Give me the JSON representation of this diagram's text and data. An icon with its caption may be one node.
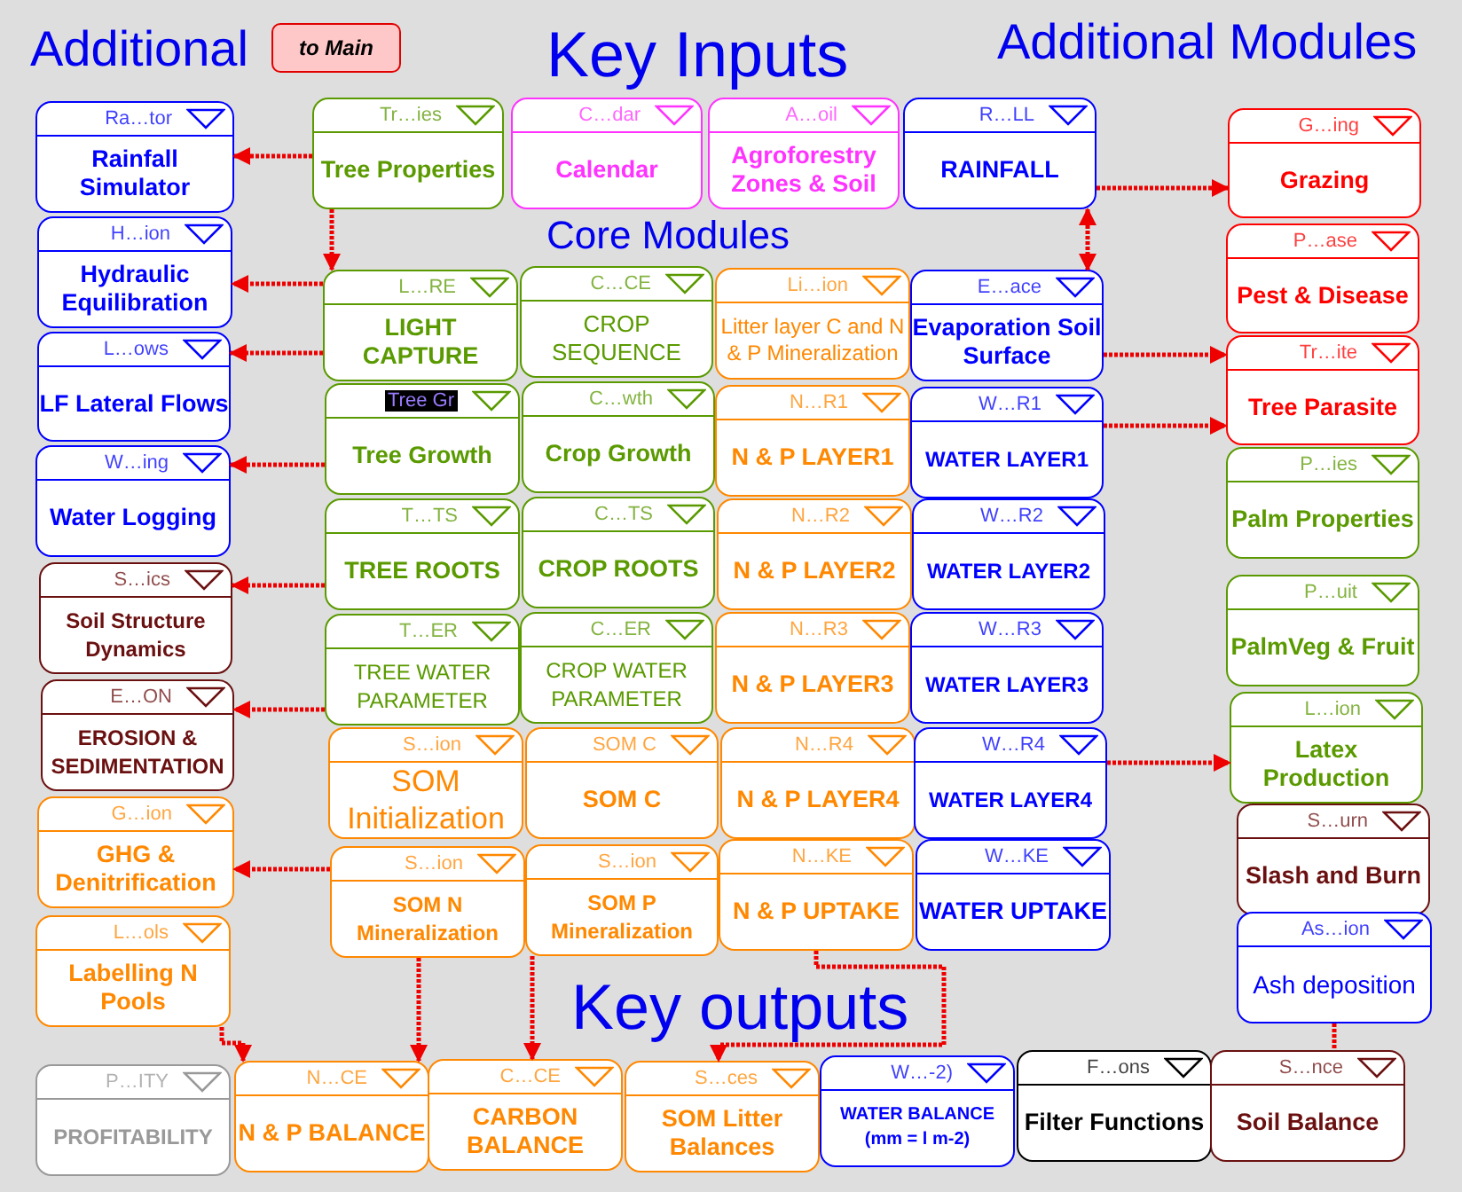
{
  "diagram": {
    "nodes": [
      {
        "text": [
          "to Main"
        ]
      },
      {
        "text": [
          "Ra…tor",
          "Rainfall Simulator"
        ]
      },
      {
        "text": [
          "Tr…ies",
          "Tree Properties"
        ]
      },
      {
        "text": [
          "C…dar",
          "Calendar"
        ]
      },
      {
        "text": [
          "A…oil",
          "Agroforestry Zones & Soil"
        ]
      },
      {
        "text": [
          "R…LL",
          "RAINFALL"
        ]
      },
      {
        "text": [
          "G…ing",
          "Grazing"
        ]
      },
      {
        "text": [
          "H…ion",
          "Hydraulic Equilibration"
        ]
      },
      {
        "text": [
          "P…ase",
          "Pest & Disease"
        ]
      },
      {
        "text": [
          "L…RE",
          "LIGHT CAPTURE"
        ]
      },
      {
        "text": [
          "C…CE",
          "CROP SEQUENCE"
        ]
      },
      {
        "text": [
          "Li…ion",
          "Litter layer C and N & P Mineralization"
        ]
      },
      {
        "text": [
          "E…ace",
          "Evaporation Soil Surface"
        ]
      },
      {
        "text": [
          "L…ows",
          "LF Lateral Flows"
        ]
      },
      {
        "text": [
          "Tr…ite",
          "Tree Parasite"
        ]
      },
      {
        "text": [
          "Tree Gr",
          "Tree Growth"
        ]
      },
      {
        "text": [
          "C…wth",
          "Crop Growth"
        ]
      },
      {
        "text": [
          "N…R1",
          "N & P LAYER1"
        ]
      },
      {
        "text": [
          "W…R1",
          "WATER LAYER1"
        ]
      },
      {
        "text": [
          "W…ing",
          "Water Logging"
        ]
      },
      {
        "text": [
          "P…ies",
          "Palm Properties"
        ]
      },
      {
        "text": [
          "T…TS",
          "TREE ROOTS"
        ]
      },
      {
        "text": [
          "C…TS",
          "CROP ROOTS"
        ]
      },
      {
        "text": [
          "N…R2",
          "N & P LAYER2"
        ]
      },
      {
        "text": [
          "W…R2",
          "WATER LAYER2"
        ]
      },
      {
        "text": [
          "S…ics",
          "Soil Structure Dynamics"
        ]
      },
      {
        "text": [
          "P…uit",
          "PalmVeg & Fruit"
        ]
      },
      {
        "text": [
          "T…ER",
          "TREE WATER PARAMETER"
        ]
      },
      {
        "text": [
          "C…ER",
          "CROP WATER PARAMETER"
        ]
      },
      {
        "text": [
          "N…R3",
          "N & P LAYER3"
        ]
      },
      {
        "text": [
          "W…R3",
          "WATER LAYER3"
        ]
      },
      {
        "text": [
          "E…ON",
          "EROSION & SEDIMENTATION"
        ]
      },
      {
        "text": [
          "L…ion",
          "Latex Production"
        ]
      },
      {
        "text": [
          "S…ion",
          "SOM Initialization"
        ]
      },
      {
        "text": [
          "SOM C",
          "SOM C"
        ]
      },
      {
        "text": [
          "N…R4",
          "N & P LAYER4"
        ]
      },
      {
        "text": [
          "W…R4",
          "WATER LAYER4"
        ]
      },
      {
        "text": [
          "G…ion",
          "GHG & Denitrification"
        ]
      },
      {
        "text": [
          "S…urn",
          "Slash and Burn"
        ]
      },
      {
        "text": [
          "S…ion",
          "SOM N Mineralization"
        ]
      },
      {
        "text": [
          "S…ion",
          "SOM P Mineralization"
        ]
      },
      {
        "text": [
          "N…KE",
          "N & P UPTAKE"
        ]
      },
      {
        "text": [
          "W…KE",
          "WATER UPTAKE"
        ]
      },
      {
        "text": [
          "L…ols",
          "Labelling N Pools"
        ]
      },
      {
        "text": [
          "As…ion",
          "Ash deposition"
        ]
      },
      {
        "text": [
          "P…ITY",
          "PROFITABILITY"
        ]
      },
      {
        "text": [
          "N…CE",
          "N & P BALANCE"
        ]
      },
      {
        "text": [
          "C…CE",
          "CARBON BALANCE"
        ]
      },
      {
        "text": [
          "S…ces",
          "SOM Litter Balances"
        ]
      },
      {
        "text": [
          "W…-2)",
          "WATER BALANCE (mm = l m-2)"
        ]
      },
      {
        "text": [
          "F…ons",
          "Filter Functions"
        ]
      },
      {
        "text": [
          "S…nce",
          "Soil Balance"
        ]
      }
    ],
    "edges": [
      {
        "from": 5,
        "to": 12,
        "arrow": "both"
      },
      {
        "from": 2,
        "to": 9,
        "arrow": "to"
      },
      {
        "from": 2,
        "to": 1,
        "arrow": "to"
      },
      {
        "from": 9,
        "to": 7,
        "arrow": "to"
      },
      {
        "from": 9,
        "to": 13,
        "arrow": "to"
      },
      {
        "from": 15,
        "to": 19,
        "arrow": "to"
      },
      {
        "from": 21,
        "to": 25,
        "arrow": "to"
      },
      {
        "from": 27,
        "to": 31,
        "arrow": "to"
      },
      {
        "from": 39,
        "to": 37,
        "arrow": "to"
      },
      {
        "from": 5,
        "to": 6,
        "arrow": "to"
      },
      {
        "from": 12,
        "to": 14,
        "arrow": "to"
      },
      {
        "from": 18,
        "to": 14,
        "arrow": "to"
      },
      {
        "from": 36,
        "to": 32,
        "arrow": "to"
      },
      {
        "from": 39,
        "to": 46,
        "arrow": "to"
      },
      {
        "from": 40,
        "to": 47,
        "arrow": "to"
      },
      {
        "from": 43,
        "to": 46,
        "arrow": "to"
      },
      {
        "from": 41,
        "to": 48,
        "arrow": "to"
      },
      {
        "from": 44,
        "to": 51,
        "arrow": "none"
      }
    ],
    "labels": [
      "Additional",
      "Key Inputs",
      "Additional Modules",
      "Core Modules",
      "Key outputs"
    ]
  }
}
